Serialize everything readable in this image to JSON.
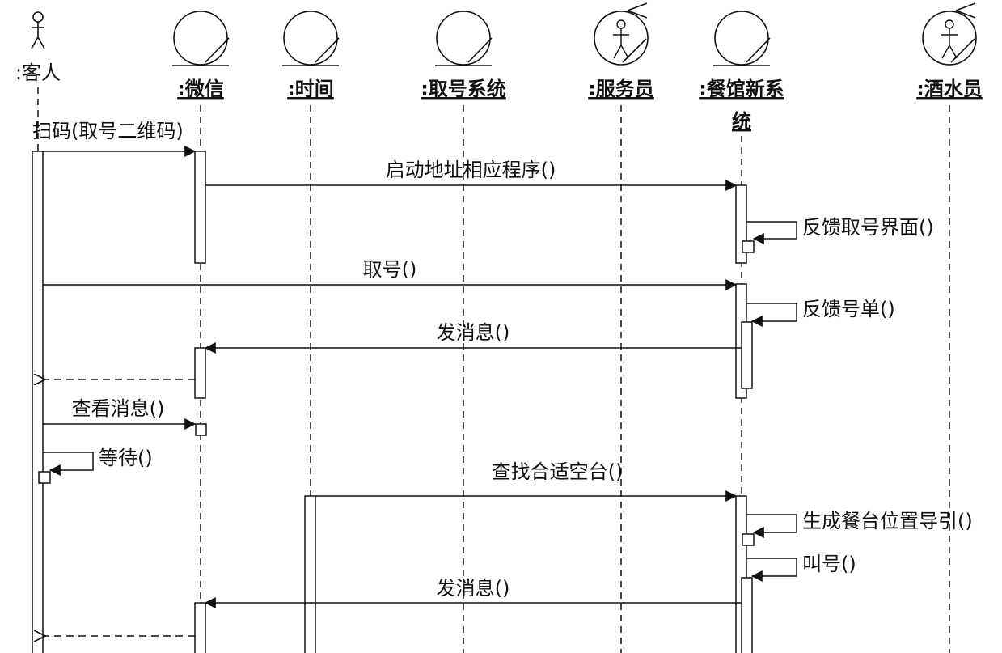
{
  "participants": [
    {
      "id": "customer",
      "label": ":客人",
      "kind": "actor"
    },
    {
      "id": "wechat",
      "label": ":微信",
      "kind": "control"
    },
    {
      "id": "time",
      "label": ":时间",
      "kind": "control"
    },
    {
      "id": "queue_system",
      "label": ":取号系统",
      "kind": "control"
    },
    {
      "id": "waiter",
      "label": ":服务员",
      "kind": "business-worker"
    },
    {
      "id": "restaurant_system",
      "label": ":餐馆新系",
      "label_line2": "统",
      "kind": "control"
    },
    {
      "id": "bartender",
      "label": ":酒水员",
      "kind": "business-worker"
    }
  ],
  "messages": [
    {
      "id": "scan",
      "label": "扫码(取号二维码)",
      "from": "customer",
      "to": "wechat",
      "style": "sync"
    },
    {
      "id": "launch",
      "label": "启动地址相应程序()",
      "from": "wechat",
      "to": "restaurant_system",
      "style": "sync"
    },
    {
      "id": "feedback_ui",
      "label": "反馈取号界面()",
      "from": "restaurant_system",
      "to": "restaurant_system",
      "style": "self"
    },
    {
      "id": "take_number",
      "label": "取号()",
      "from": "customer",
      "to": "restaurant_system",
      "style": "sync"
    },
    {
      "id": "feedback_ticket",
      "label": "反馈号单()",
      "from": "restaurant_system",
      "to": "restaurant_system",
      "style": "self"
    },
    {
      "id": "send_msg_1",
      "label": "发消息()",
      "from": "restaurant_system",
      "to": "wechat",
      "style": "sync"
    },
    {
      "id": "return_1",
      "label": "",
      "from": "wechat",
      "to": "customer",
      "style": "return"
    },
    {
      "id": "view_msg",
      "label": "查看消息()",
      "from": "customer",
      "to": "wechat",
      "style": "sync"
    },
    {
      "id": "wait",
      "label": "等待()",
      "from": "customer",
      "to": "customer",
      "style": "self"
    },
    {
      "id": "find_table",
      "label": "查找合适空台()",
      "from": "time",
      "to": "restaurant_system",
      "style": "sync"
    },
    {
      "id": "gen_guide",
      "label": "生成餐台位置导引()",
      "from": "restaurant_system",
      "to": "restaurant_system",
      "style": "self"
    },
    {
      "id": "call_number",
      "label": "叫号()",
      "from": "restaurant_system",
      "to": "restaurant_system",
      "style": "self"
    },
    {
      "id": "send_msg_2",
      "label": "发消息()",
      "from": "restaurant_system",
      "to": "wechat",
      "style": "sync"
    },
    {
      "id": "return_2",
      "label": "",
      "from": "wechat",
      "to": "customer",
      "style": "return"
    }
  ]
}
